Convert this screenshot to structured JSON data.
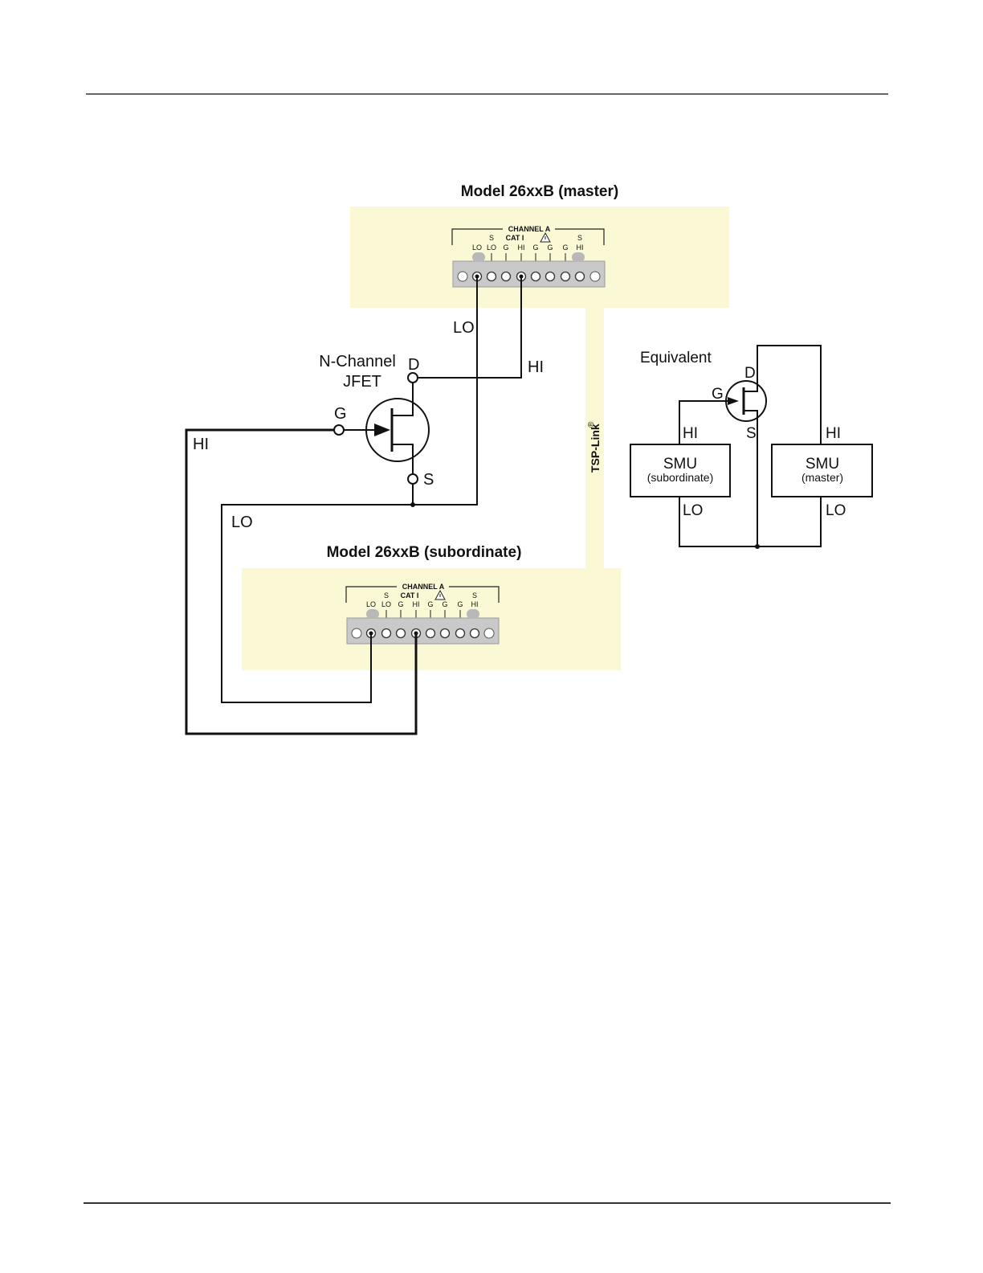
{
  "master": {
    "title": "Model 26xxB (master)",
    "channel_header": "CHANNEL A",
    "cat_label": "CAT I",
    "sense_label": "S",
    "terminals": [
      "LO",
      "LO",
      "G",
      "HI",
      "G",
      "G",
      "G",
      "HI"
    ]
  },
  "subordinate": {
    "title": "Model 26xxB (subordinate)",
    "channel_header": "CHANNEL A",
    "cat_label": "CAT I",
    "sense_label": "S",
    "terminals": [
      "LO",
      "LO",
      "G",
      "HI",
      "G",
      "G",
      "G",
      "HI"
    ]
  },
  "jfet": {
    "name_line1": "N-Channel",
    "name_line2": "JFET",
    "drain": "D",
    "gate": "G",
    "source": "S"
  },
  "wire_labels": {
    "master_lo": "LO",
    "master_hi": "HI",
    "sub_hi": "HI",
    "sub_lo": "LO"
  },
  "tsp_link": "TSP-Link",
  "registered_mark": "®",
  "equivalent": {
    "title": "Equivalent",
    "drain": "D",
    "gate": "G",
    "source": "S",
    "smu_sub_name": "SMU",
    "smu_sub_role": "(subordinate)",
    "smu_master_name": "SMU",
    "smu_master_role": "(master)",
    "hi": "HI",
    "lo": "LO"
  }
}
